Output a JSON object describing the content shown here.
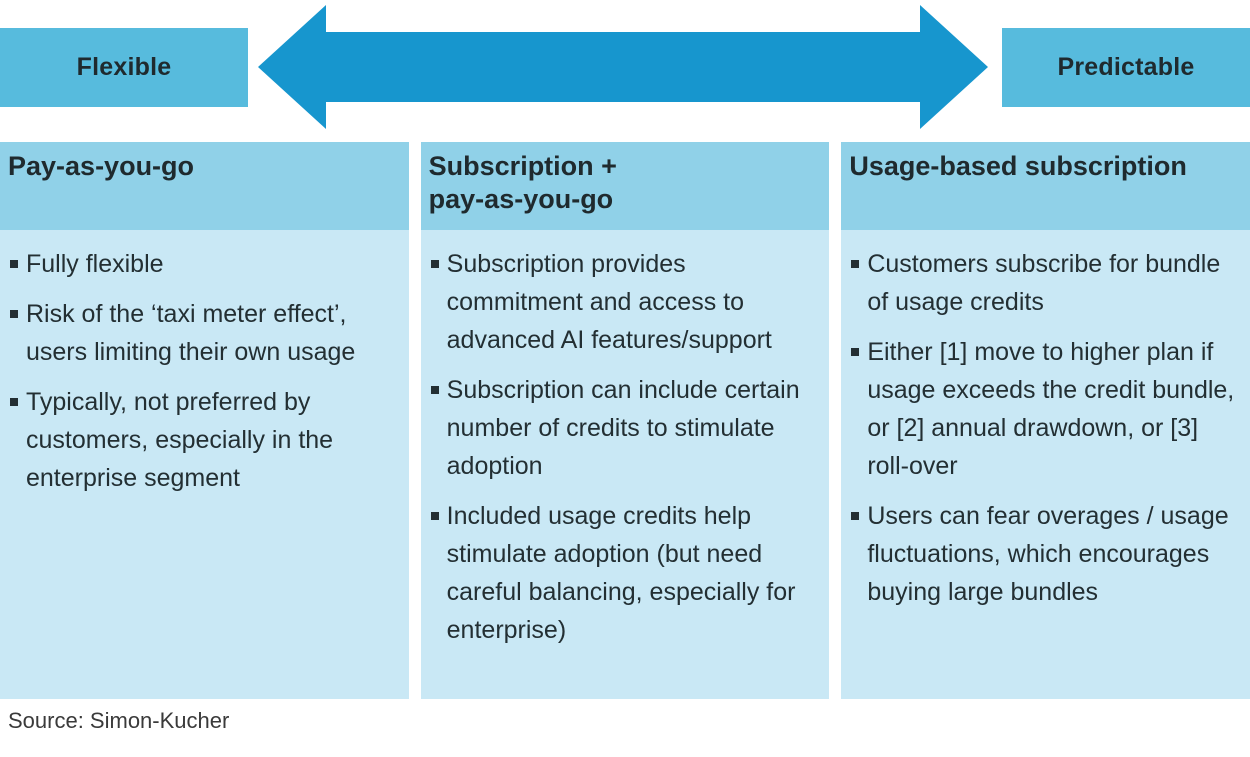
{
  "spectrum": {
    "left_label": "Flexible",
    "right_label": "Predictable",
    "arrow_icon": "double-headed-arrow"
  },
  "columns": [
    {
      "header": "Pay-as-you-go",
      "bullets": [
        "Fully flexible",
        "Risk of the ‘taxi meter effect’, users limiting their own usage",
        "Typically, not preferred by customers, especially in the enterprise segment"
      ]
    },
    {
      "header": "Subscription +\npay-as-you-go",
      "bullets": [
        "Subscription provides commitment and access to advanced AI features/support",
        "Subscription can include certain number of credits to stimulate adoption",
        "Included usage credits help stimulate adoption (but need careful balancing, especially for enterprise)"
      ]
    },
    {
      "header": "Usage-based subscription",
      "bullets": [
        "Customers subscribe for bundle of usage credits",
        "Either [1] move to higher plan if usage exceeds the credit bundle, or [2] annual drawdown, or [3] roll-over",
        "Users can fear overages / usage fluctuations, which encourages buying large bundles"
      ]
    }
  ],
  "source": "Source: Simon-Kucher",
  "colors": {
    "arrow_blue": "#1796ce",
    "label_box_blue": "#57bbdd",
    "header_band_blue": "#90d1e8",
    "body_band_blue": "#c9e8f5",
    "text_dark": "#232f33"
  }
}
